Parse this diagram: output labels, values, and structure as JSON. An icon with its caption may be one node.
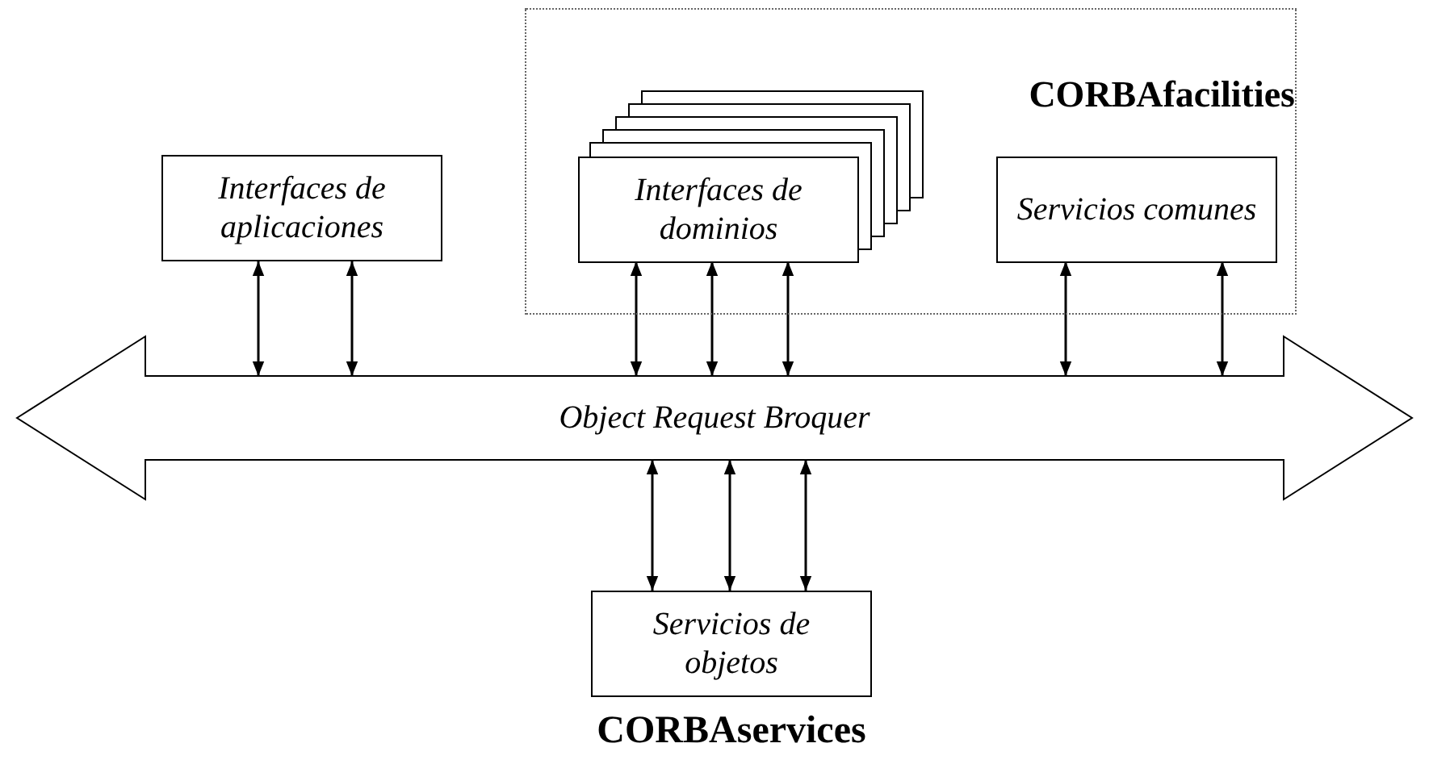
{
  "diagram": {
    "nodes": [
      {
        "text": [
          "Interfaces de aplicaciones"
        ]
      },
      {
        "text": [
          "CORBAfacilities"
        ]
      },
      {
        "text": [
          "Interfaces de dominios"
        ],
        "in": 1
      },
      {
        "text": [
          "Servicios comunes"
        ],
        "in": 1
      },
      {
        "text": [
          "Object Request Broquer"
        ]
      },
      {
        "text": [
          "Servicios de objetos"
        ],
        "beside": [
          "CORBAservices"
        ]
      }
    ],
    "edges": [
      {
        "from": 0,
        "to": 4,
        "arrow": "both"
      },
      {
        "from": 0,
        "to": 4,
        "arrow": "both"
      },
      {
        "from": 2,
        "to": 4,
        "arrow": "both"
      },
      {
        "from": 2,
        "to": 4,
        "arrow": "both"
      },
      {
        "from": 2,
        "to": 4,
        "arrow": "both"
      },
      {
        "from": 3,
        "to": 4,
        "arrow": "both"
      },
      {
        "from": 3,
        "to": 4,
        "arrow": "both"
      },
      {
        "from": 4,
        "to": 5,
        "arrow": "both"
      },
      {
        "from": 4,
        "to": 5,
        "arrow": "both"
      },
      {
        "from": 4,
        "to": 5,
        "arrow": "both"
      }
    ]
  }
}
